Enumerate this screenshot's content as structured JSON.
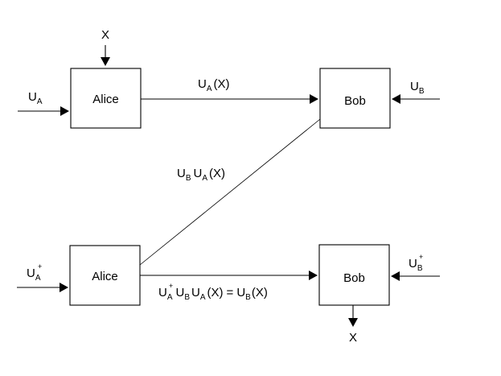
{
  "top_alice": {
    "label": "Alice"
  },
  "top_bob": {
    "label": "Bob"
  },
  "bottom_alice": {
    "label": "Alice"
  },
  "bottom_bob": {
    "label": "Bob"
  },
  "input_x": "X",
  "output_x": "X",
  "u_a_in": {
    "base": "U",
    "sub": "A"
  },
  "u_b_in": {
    "base": "U",
    "sub": "B"
  },
  "u_a_dag_in": {
    "base": "U",
    "sub": "A",
    "sup": "+"
  },
  "u_b_dag_in": {
    "base": "U",
    "sub": "B",
    "sup": "+"
  },
  "edge_top": {
    "u": "U",
    "a": "A",
    "arg": "(X)"
  },
  "edge_diag": {
    "u1": "U",
    "b": "B",
    "u2": "U",
    "a": "A",
    "arg": "(X)"
  },
  "edge_bottom": {
    "u1": "U",
    "a1": "A",
    "dag": "+",
    "u2": "U",
    "b1": "B",
    "u3": "U",
    "a2": "A",
    "arg1": "(X)",
    "eq": "=",
    "u4": "U",
    "b2": "B",
    "arg2": "(X)"
  }
}
